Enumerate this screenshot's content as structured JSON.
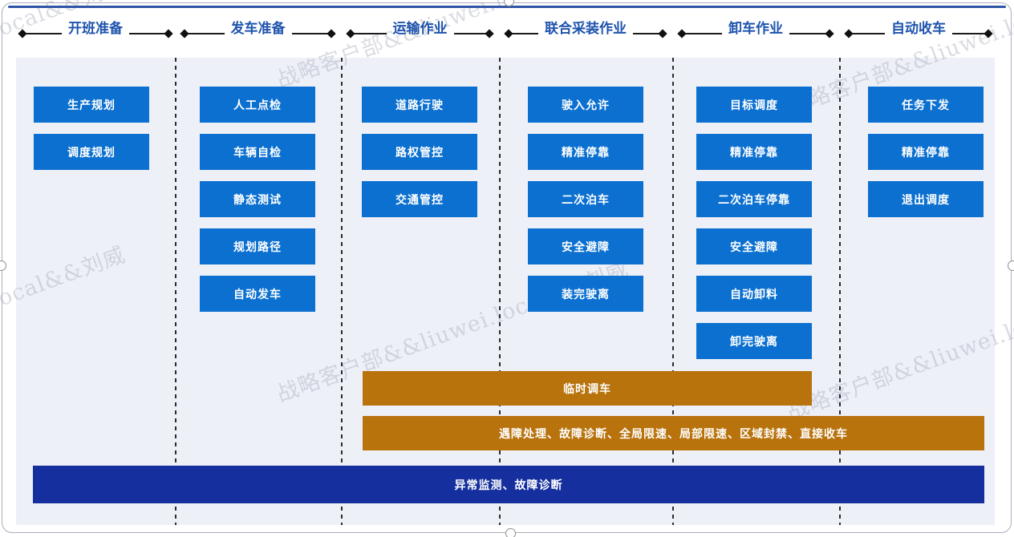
{
  "watermark": {
    "text": "战略客户部&&liuwei.local&&刘威"
  },
  "colors": {
    "task_box": "#0b70d0",
    "phase_title": "#1e53ad",
    "overlay_gold": "#b8730d",
    "overlay_navy": "#152f9e",
    "panel_bg": "#eef0f8",
    "top_border": "#2e55a7"
  },
  "phases": [
    {
      "title": "开班准备",
      "tasks": [
        "生产规划",
        "调度规划"
      ]
    },
    {
      "title": "发车准备",
      "tasks": [
        "人工点检",
        "车辆自检",
        "静态测试",
        "规划路径",
        "自动发车"
      ]
    },
    {
      "title": "运输作业",
      "tasks": [
        "道路行驶",
        "路权管控",
        "交通管控"
      ]
    },
    {
      "title": "联合采装作业",
      "tasks": [
        "驶入允许",
        "精准停靠",
        "二次泊车",
        "安全避障",
        "装完驶离"
      ]
    },
    {
      "title": "卸车作业",
      "tasks": [
        "目标调度",
        "精准停靠",
        "二次泊车停靠",
        "安全避障",
        "自动卸料",
        "卸完驶离"
      ]
    },
    {
      "title": "自动收车",
      "tasks": [
        "任务下发",
        "精准停靠",
        "退出调度"
      ]
    }
  ],
  "overlay_bars": [
    {
      "label": "临时调车",
      "span": "运输作业至卸车作业"
    },
    {
      "label": "遇障处理、故障诊断、全局限速、局部限速、区域封禁、直接收车",
      "span": "运输作业至自动收车"
    },
    {
      "label": "异常监测、故障诊断",
      "span": "开班准备至自动收车"
    }
  ]
}
